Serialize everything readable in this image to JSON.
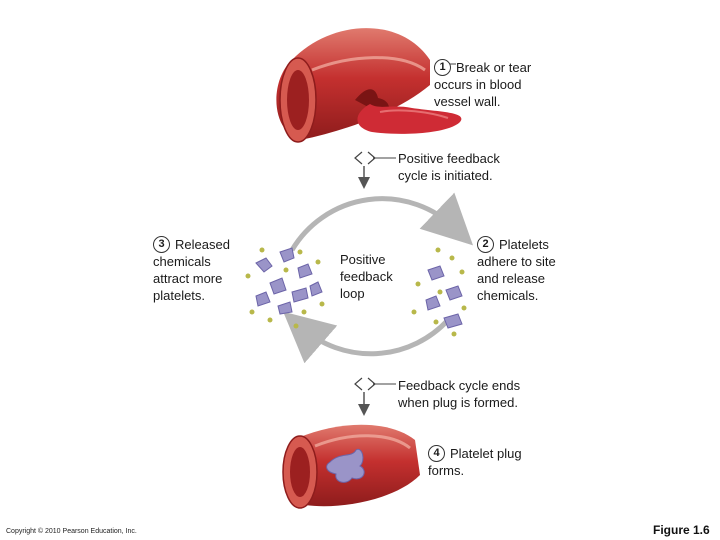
{
  "steps": [
    {
      "num": "1",
      "first": "Break or tear",
      "rest": [
        "occurs in blood",
        "vessel wall."
      ]
    },
    {
      "num": "2",
      "first": "Platelets",
      "rest": [
        "adhere to site",
        "and release",
        "chemicals."
      ]
    },
    {
      "num": "3",
      "first": "Released",
      "rest": [
        "chemicals",
        "attract more",
        "platelets."
      ]
    },
    {
      "num": "4",
      "first": "Platelet plug",
      "rest": [
        "forms."
      ]
    }
  ],
  "positive_feedback": [
    "Positive feedback",
    "cycle is initiated."
  ],
  "loop_label": [
    "Positive",
    "feedback",
    "loop"
  ],
  "feedback_ends": [
    "Feedback cycle ends",
    "when plug is formed."
  ],
  "copyright": "Copyright © 2010 Pearson Education, Inc.",
  "figure": "Figure 1.6",
  "colors": {
    "vessel": "#c4302f",
    "vessel_dark": "#8e1c1c",
    "vessel_light": "#e07a6e",
    "blood": "#cf2b35",
    "platelet": "#9a94c8",
    "platelet_dark": "#6c64a8",
    "granule": "#b8b84a",
    "arrow": "#b5b5b5"
  }
}
